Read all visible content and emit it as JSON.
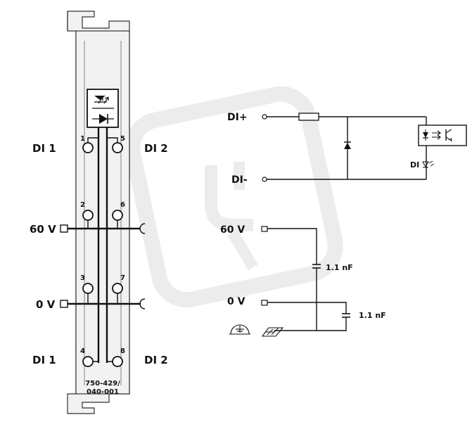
{
  "module": {
    "left_labels": {
      "di1_top": "DI 1",
      "v60": "60 V",
      "v0": "0 V",
      "di1_bottom": "DI 1"
    },
    "right_labels": {
      "di2_top": "DI 2",
      "di2_bottom": "DI 2"
    },
    "pins": [
      "1",
      "5",
      "2",
      "6",
      "3",
      "7",
      "4",
      "8"
    ],
    "part_number_line1": "750-429/",
    "part_number_line2": "040-001"
  },
  "schematic": {
    "di_plus": "DI+",
    "di_minus": "DI-",
    "v60": "60 V",
    "v0": "0 V",
    "cap1": "1.1 nF",
    "cap2": "1.1 nF",
    "led_label": "DI"
  },
  "colors": {
    "line": "#111111",
    "panel": "#f2f2f2",
    "watermark": "#e6e6e6"
  }
}
